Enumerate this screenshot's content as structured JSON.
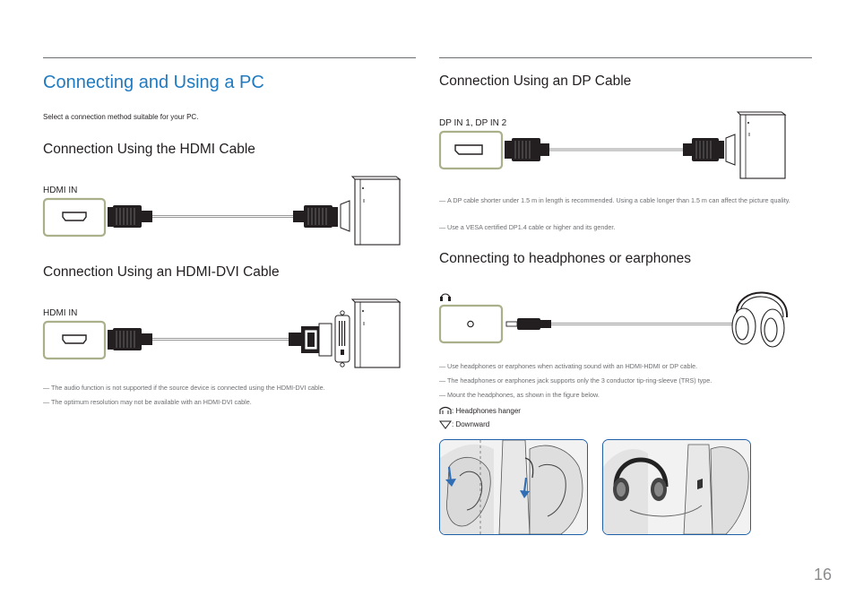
{
  "left": {
    "title": "Connecting and Using a PC",
    "intro": "Select a connection method suitable for your PC.",
    "hdmi_section": {
      "heading": "Connection Using the HDMI Cable",
      "port_label": "HDMI IN"
    },
    "hdmi_dvi_section": {
      "heading": "Connection Using an HDMI-DVI Cable",
      "port_label": "HDMI IN",
      "notes": [
        "The audio function is not supported if the source device is connected using the HDMI-DVI cable.",
        "The optimum resolution may not be available with an HDMI-DVI cable."
      ]
    }
  },
  "right": {
    "dp_section": {
      "heading": "Connection Using an DP Cable",
      "port_label": "DP IN 1, DP IN 2",
      "notes": [
        "A DP cable shorter under 1.5 m in length is recommended. Using a cable longer than 1.5 m can affect the picture quality.",
        "Use a VESA certified DP1.4 cable or higher and its gender."
      ]
    },
    "headphones_section": {
      "heading": "Connecting to headphones or earphones",
      "notes": [
        "Use headphones or earphones when activating sound with an HDMI-HDMI or DP cable.",
        "The headphones or earphones jack supports only the 3 conductor tip-ring-sleeve (TRS) type.",
        "Mount the headphones, as shown in the figure below."
      ],
      "legend": {
        "hanger": ": Headphones hanger",
        "downward": ": Downward"
      }
    }
  },
  "footer": {
    "page_number": "16"
  },
  "colors": {
    "title": "#1f7ac0",
    "port_border": "#a9b08a",
    "photo_border": "#1f5fa8",
    "arrow": "#2f6db5"
  },
  "icons": [
    "hdmi-port-icon",
    "dp-port-icon",
    "headphone-jack-icon",
    "headphones-icon",
    "hanger-icon",
    "downward-icon",
    "pc-tower-icon"
  ]
}
